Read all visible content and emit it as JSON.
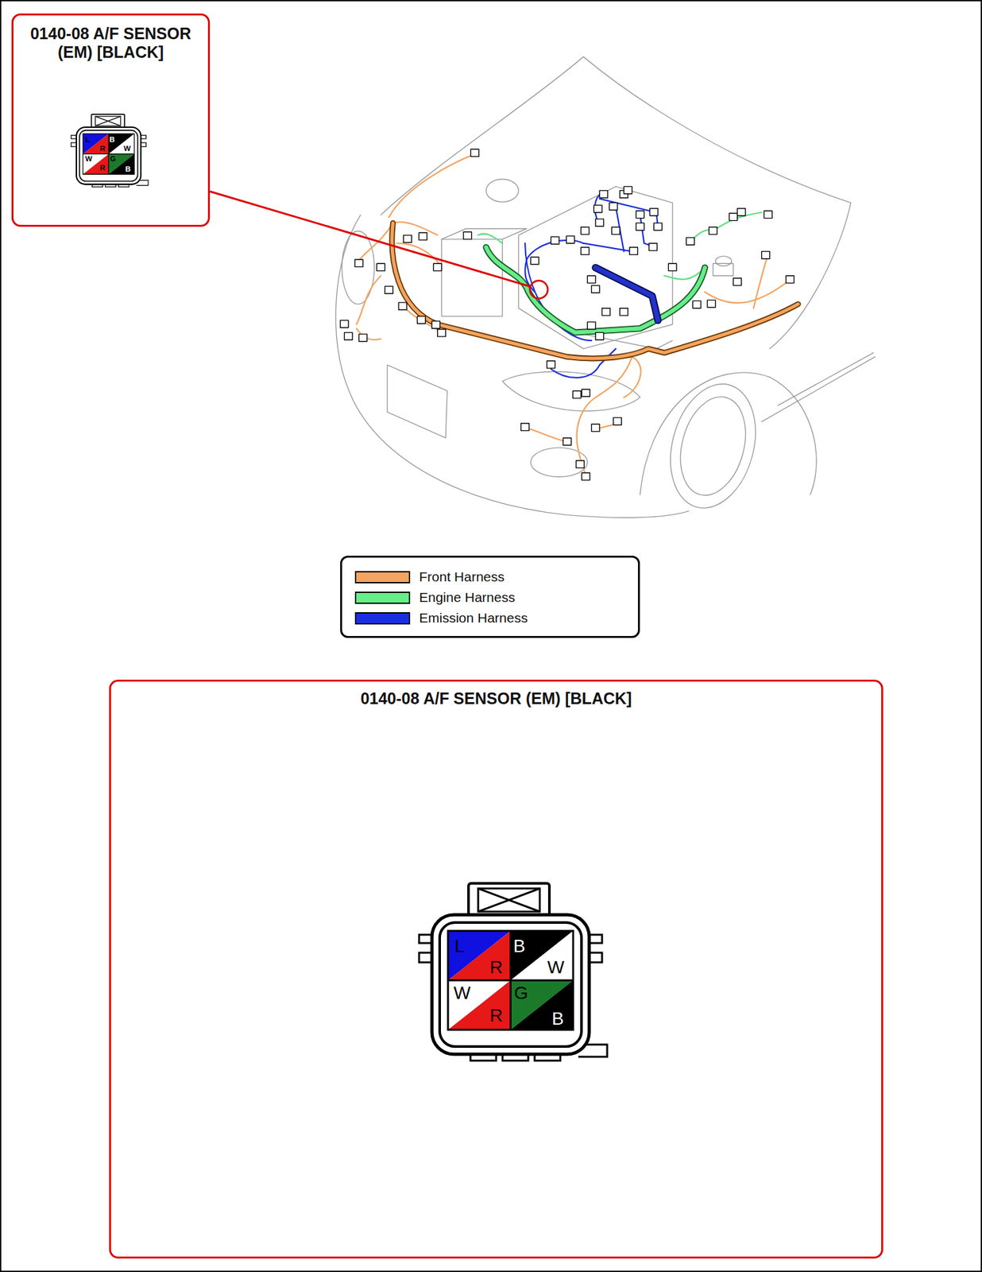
{
  "diagram": {
    "nodes": [
      {
        "text": [
          "0140-08 A/F SENSOR (EM) [BLACK]"
        ]
      },
      {
        "text": [
          "0140-08 A/F SENSOR (EM) [BLACK]"
        ]
      }
    ],
    "labels": [
      "L",
      "R",
      "B",
      "W",
      "W",
      "R",
      "G",
      "B",
      "L",
      "R",
      "B",
      "W",
      "W",
      "R",
      "G",
      "B"
    ],
    "legend": [
      {
        "text": "Front Harness",
        "color": "#f4a460"
      },
      {
        "text": "Engine Harness",
        "color": "#66ee88"
      },
      {
        "text": "Emission Harness",
        "color": "#1a2fe0"
      }
    ]
  }
}
